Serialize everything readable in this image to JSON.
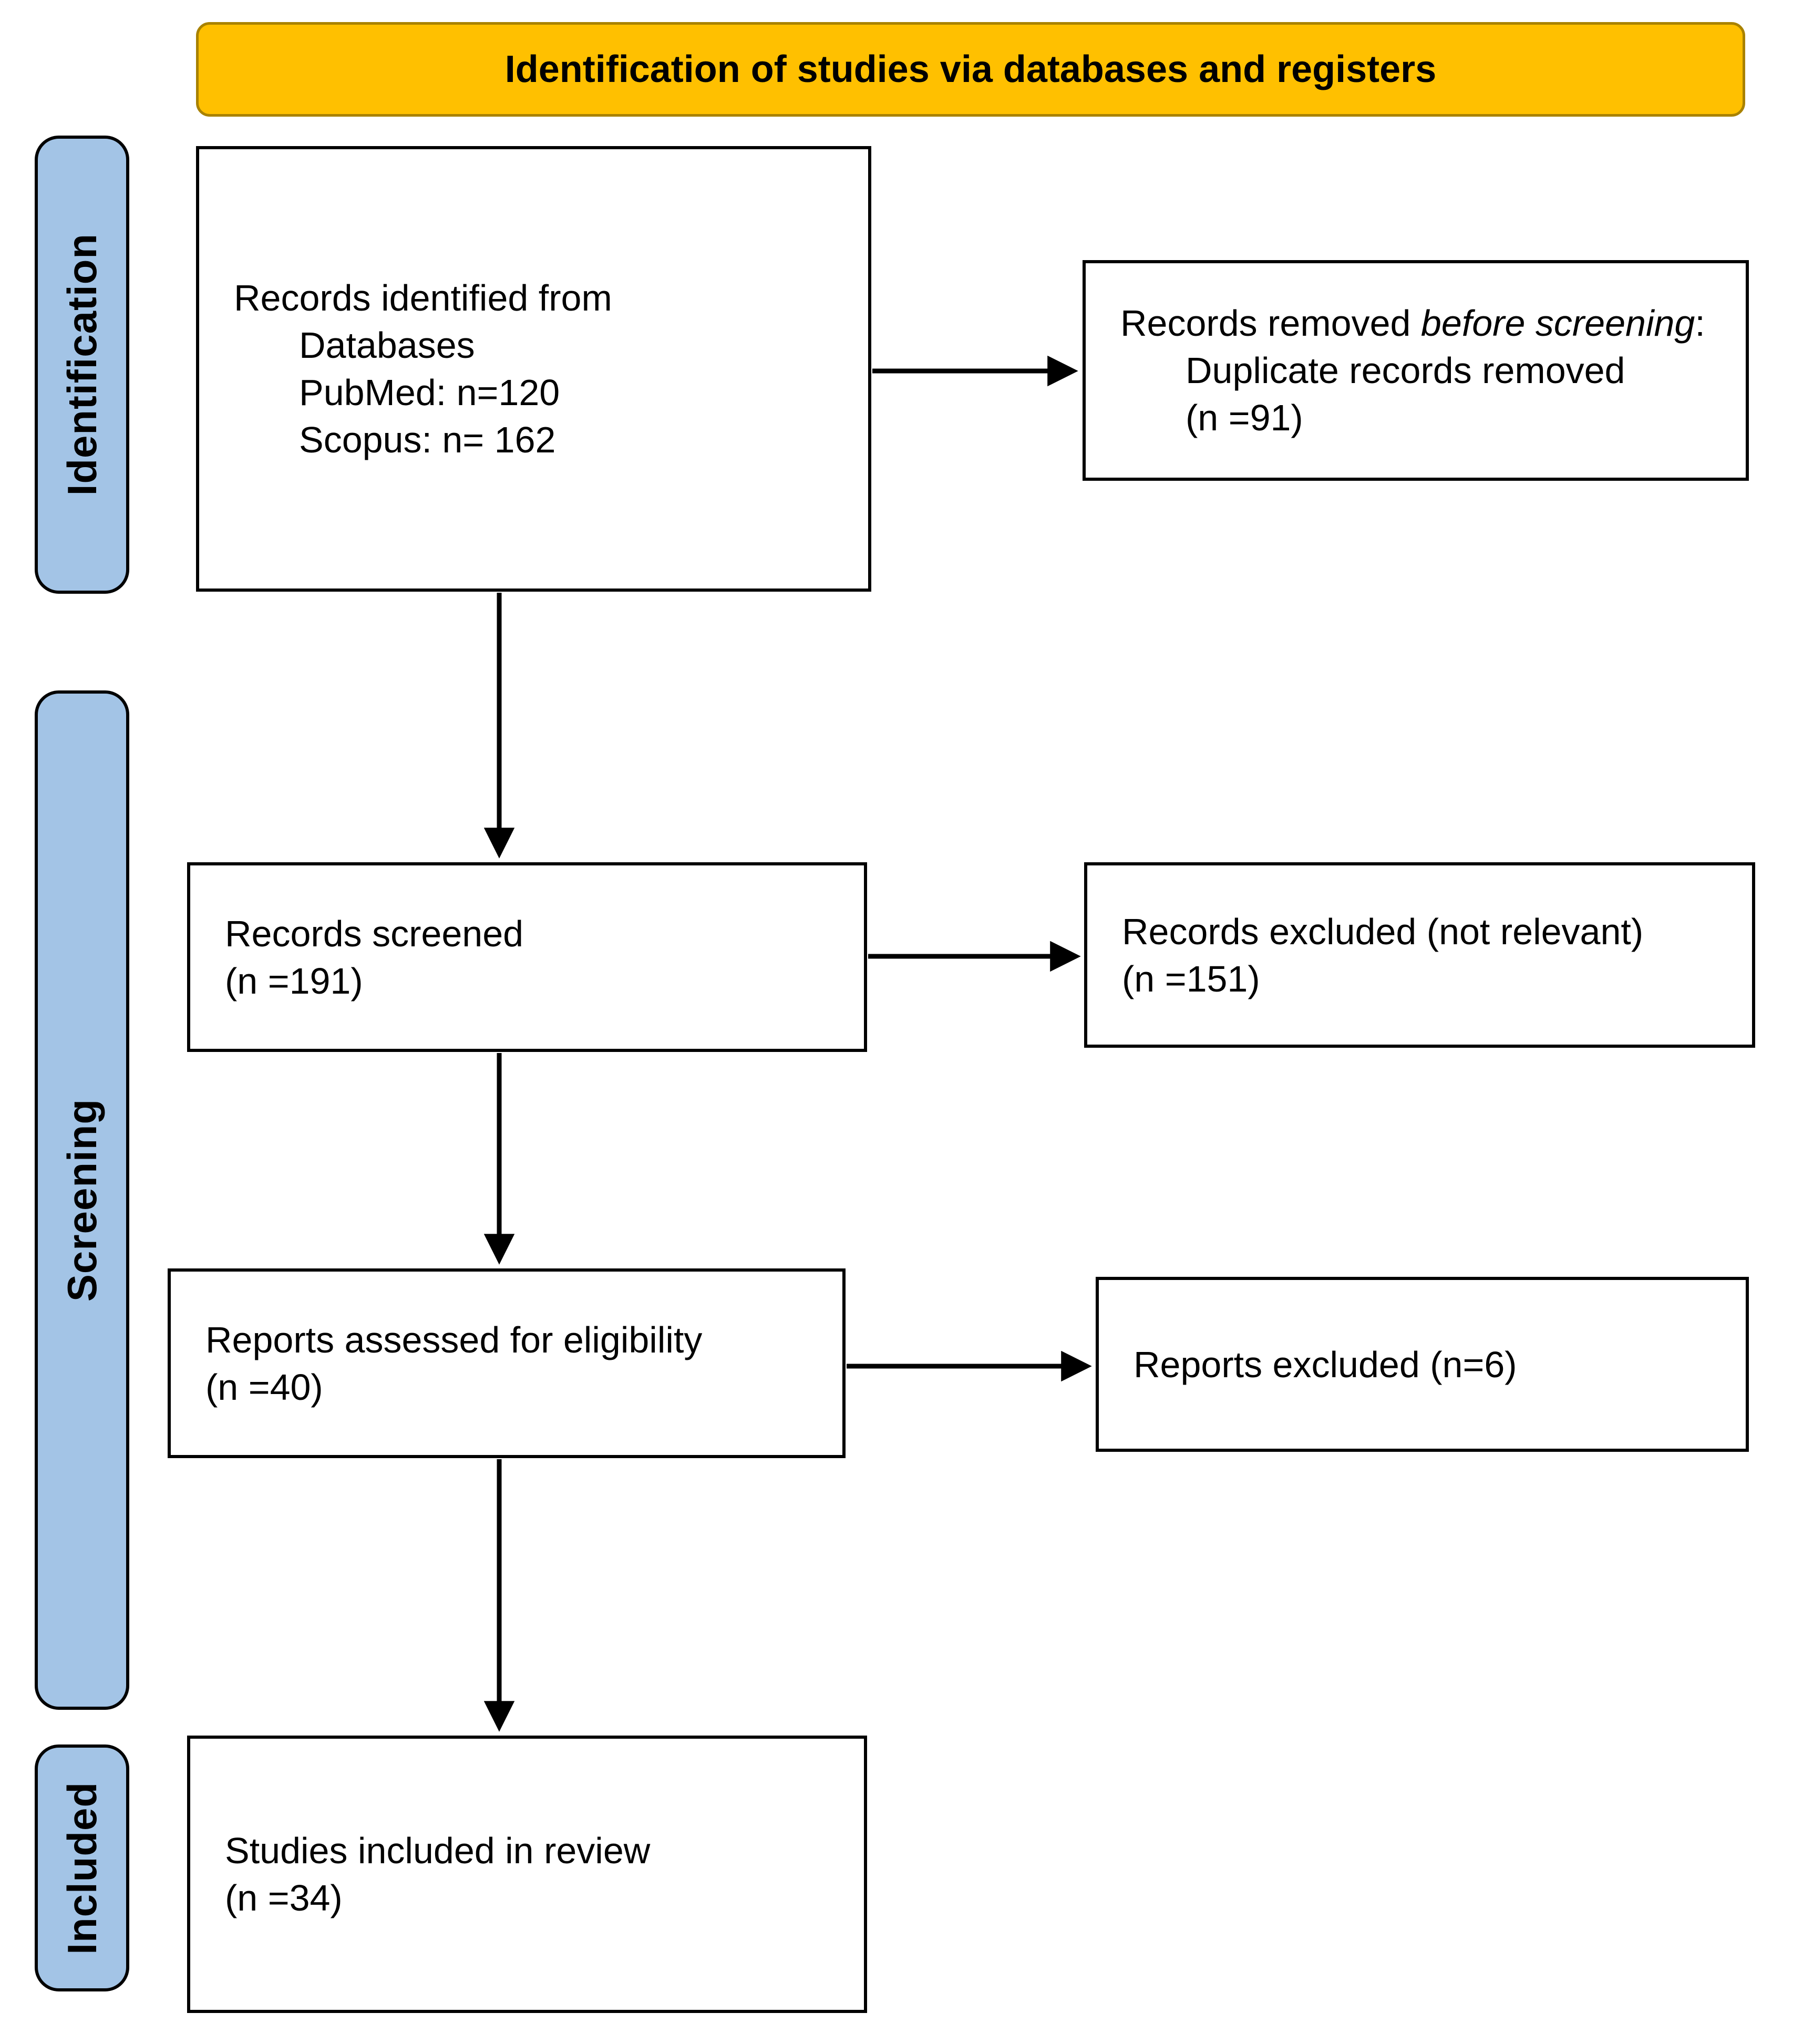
{
  "header": {
    "title": "Identification of studies via databases and registers"
  },
  "sidebar": {
    "identification": "Identification",
    "screening": "Screening",
    "included": "Included"
  },
  "boxes": {
    "identified": {
      "line1": "Records identified from",
      "indented": [
        "Databases",
        "PubMed: n=120",
        "Scopus: n= 162"
      ]
    },
    "removed": {
      "prefix": "Records removed ",
      "italic": "before screening",
      "suffix": ":",
      "indented": [
        "Duplicate records removed",
        "(n =91)"
      ]
    },
    "screened": {
      "lines": [
        "Records screened",
        "(n =191)"
      ]
    },
    "excluded_records": {
      "lines": [
        "Records excluded (not relevant)",
        "(n =151)"
      ]
    },
    "assessed": {
      "lines": [
        "Reports assessed for eligibility",
        "(n =40)"
      ]
    },
    "excluded_reports": {
      "lines": [
        "Reports excluded (n=6)"
      ]
    },
    "included_studies": {
      "lines": [
        "Studies included in review",
        "(n =34)"
      ]
    }
  },
  "colors": {
    "header_bg": "#FFC000",
    "header_border": "#A98200",
    "sidebar_bg": "#A3C4E6",
    "box_border": "#000000"
  }
}
